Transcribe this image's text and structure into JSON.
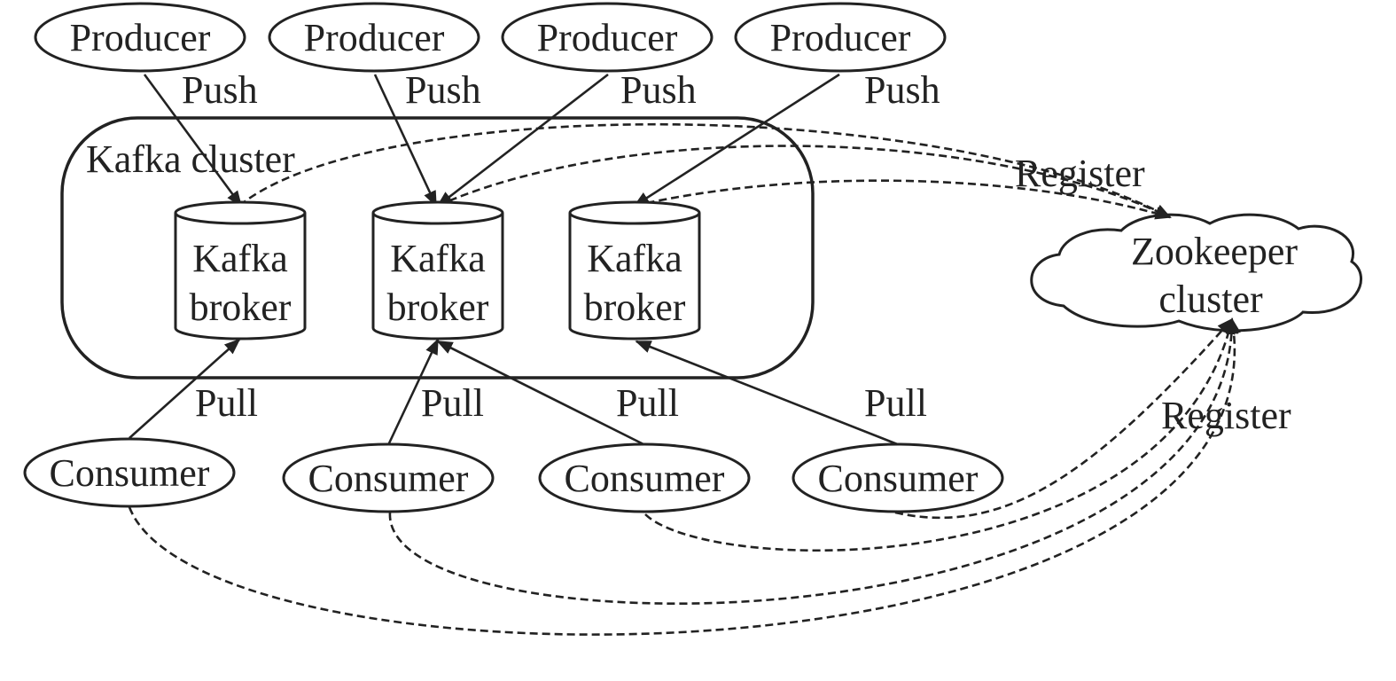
{
  "producers": [
    {
      "label": "Producer"
    },
    {
      "label": "Producer"
    },
    {
      "label": "Producer"
    },
    {
      "label": "Producer"
    }
  ],
  "push_labels": [
    "Push",
    "Push",
    "Push",
    "Push"
  ],
  "kafka_cluster": {
    "label": "Kafka cluster",
    "brokers": [
      {
        "line1": "Kafka",
        "line2": "broker"
      },
      {
        "line1": "Kafka",
        "line2": "broker"
      },
      {
        "line1": "Kafka",
        "line2": "broker"
      }
    ]
  },
  "zookeeper": {
    "line1": "Zookeeper",
    "line2": "cluster"
  },
  "register_labels": [
    "Register",
    "Register"
  ],
  "pull_labels": [
    "Pull",
    "Pull",
    "Pull",
    "Pull"
  ],
  "consumers": [
    {
      "label": "Consumer"
    },
    {
      "label": "Consumer"
    },
    {
      "label": "Consumer"
    },
    {
      "label": "Consumer"
    }
  ]
}
